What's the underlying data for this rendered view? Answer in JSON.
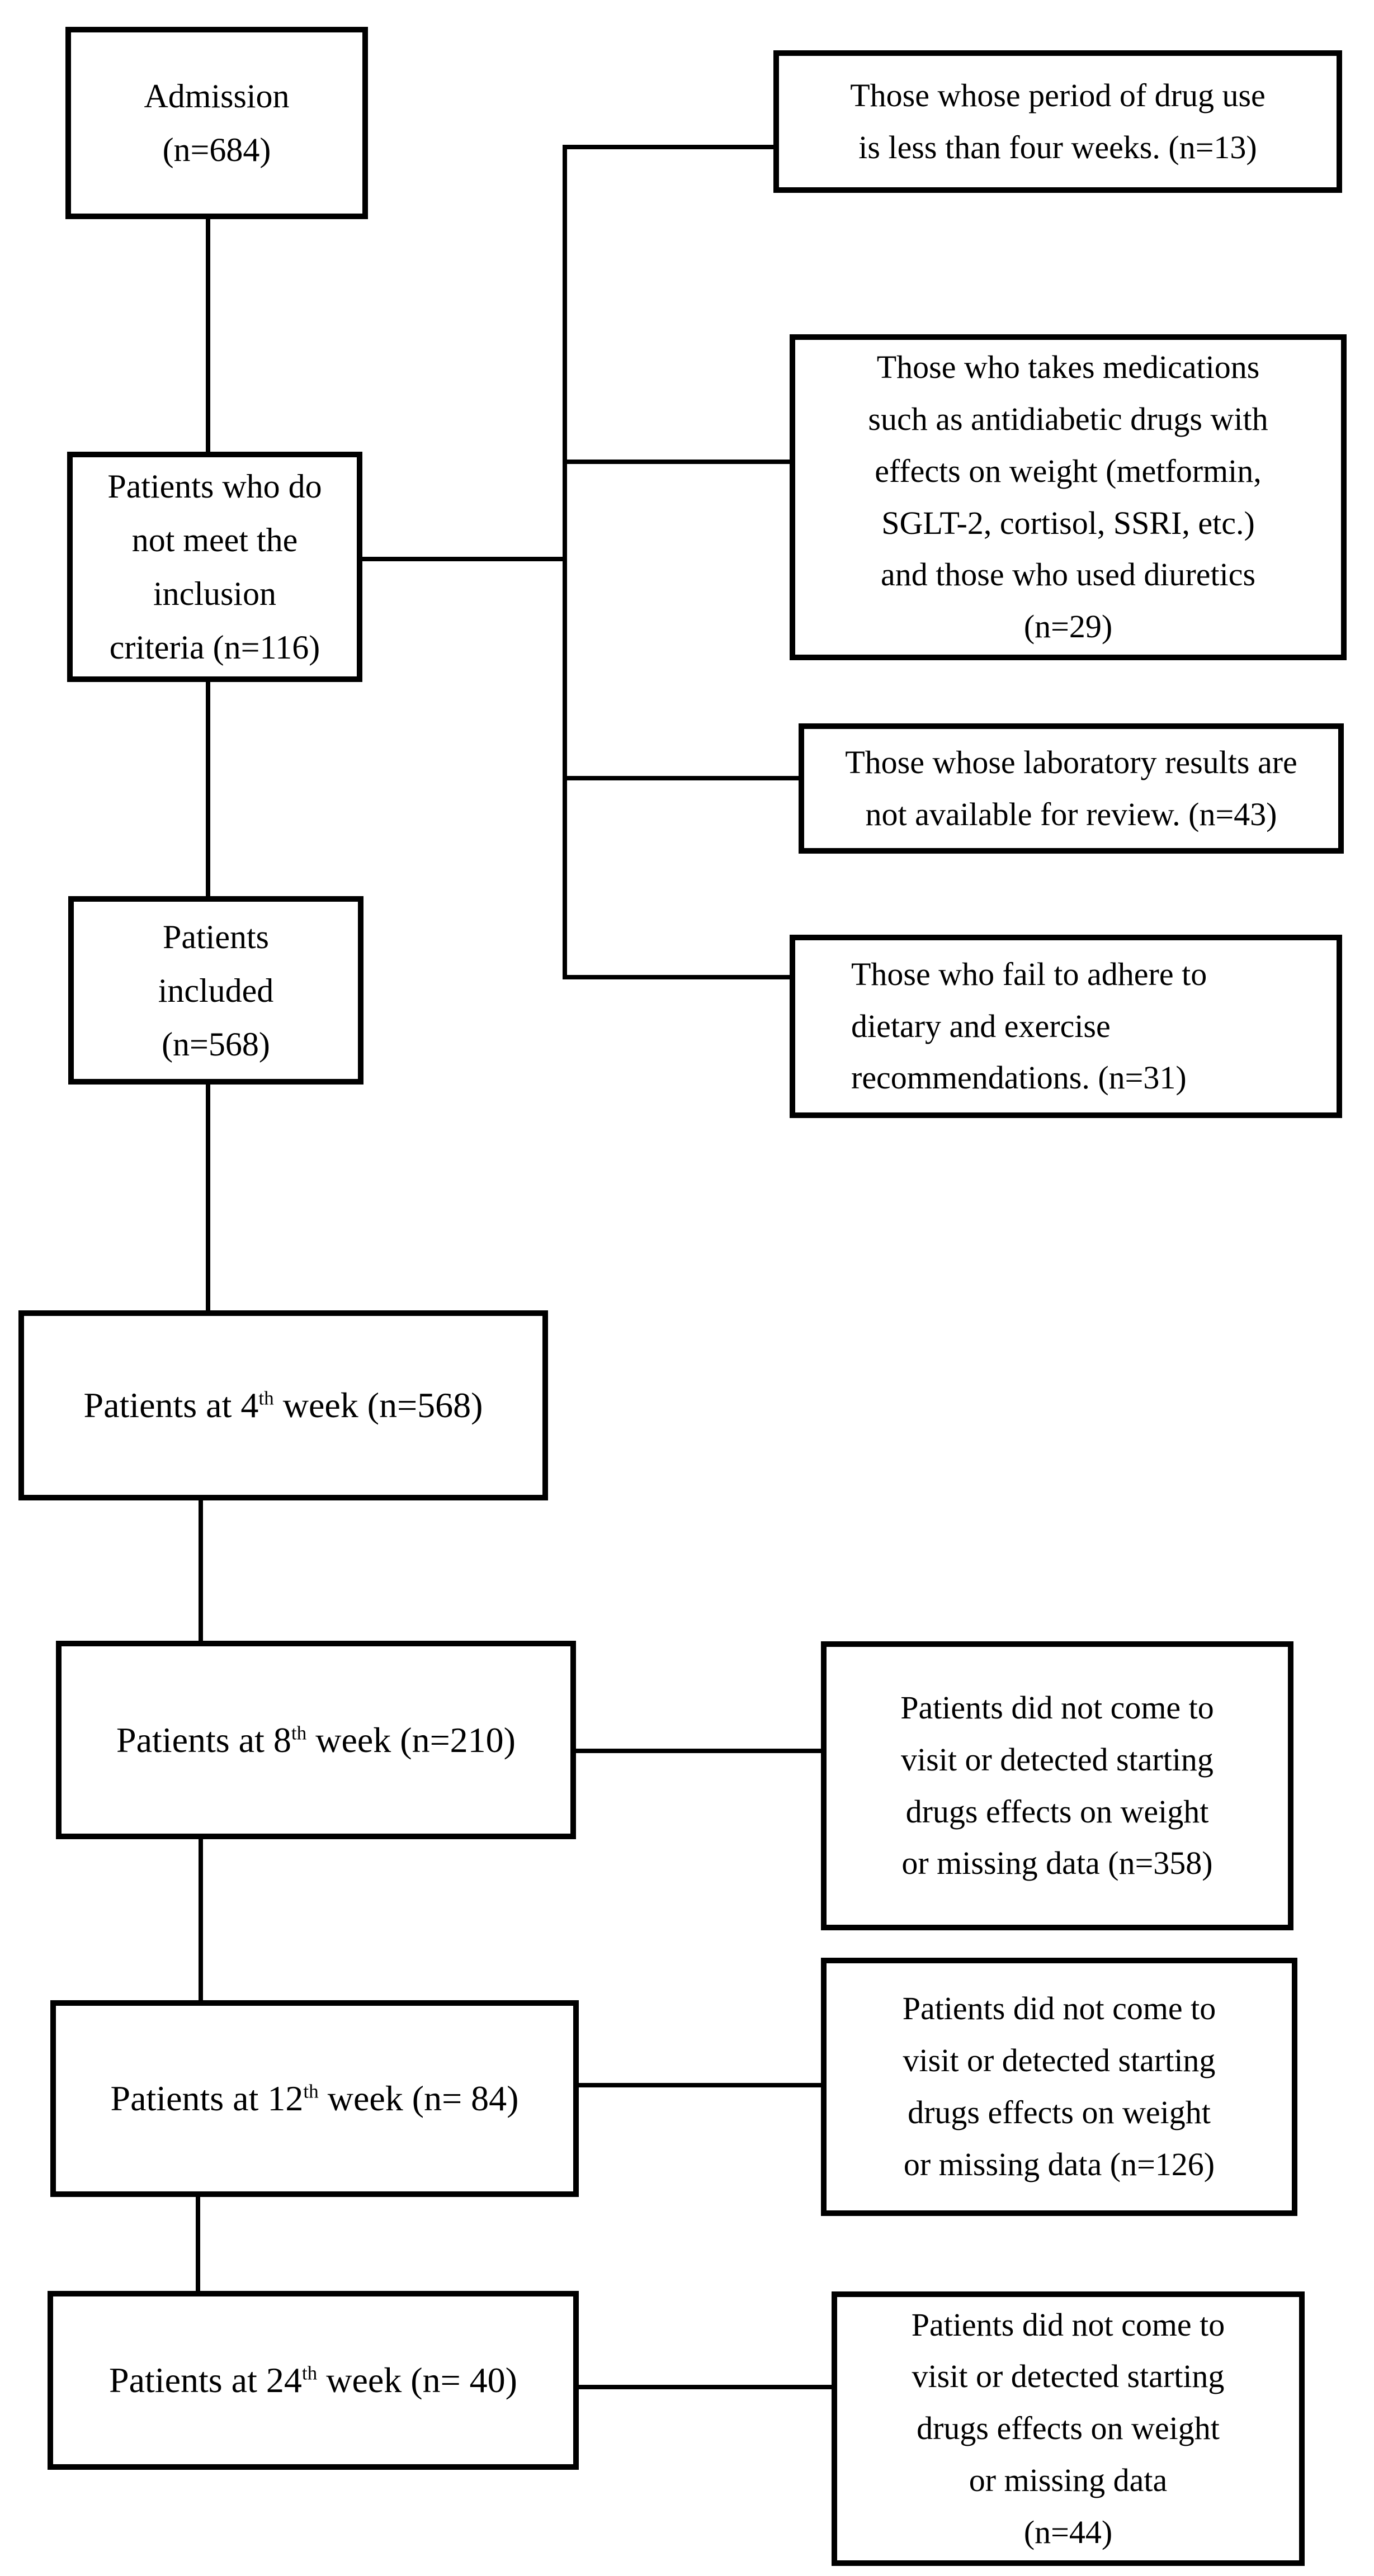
{
  "figure": {
    "type": "patient-flow-diagram",
    "colors": {
      "background": "#ffffff",
      "box_border": "#000000",
      "line": "#000000",
      "text": "#000000"
    }
  },
  "left_column": {
    "admission": {
      "text": "Admission\n(n=684)"
    },
    "not_meeting": {
      "text": "Patients who do\nnot meet the\ninclusion\ncriteria (n=116)"
    },
    "included": {
      "text": "Patients\nincluded\n(n=568)"
    },
    "week4": {
      "prefix": "Patients at 4",
      "sup": "th",
      "suffix": " week (n=568)"
    },
    "week8": {
      "prefix": "Patients at 8",
      "sup": "th",
      "suffix": " week (n=210)"
    },
    "week12": {
      "prefix": "Patients at 12",
      "sup": "th",
      "suffix": " week (n= 84)"
    },
    "week24": {
      "prefix": "Patients at 24",
      "sup": "th",
      "suffix": " week (n= 40)"
    }
  },
  "right_column": {
    "short_drug_use": {
      "text": "Those whose period of drug use\nis less than four weeks.  (n=13)"
    },
    "medications": {
      "text": "Those who takes medications\nsuch as antidiabetic drugs with\neffects on weight (metformin,\nSGLT-2, cortisol, SSRI, etc.)\nand those who used diuretics\n(n=29)"
    },
    "lab_results": {
      "text": "Those whose laboratory results are\nnot available for review. (n=43)"
    },
    "nonadherent": {
      "text": "Those who fail to adhere to\ndietary and exercise\nrecommendations. (n=31)"
    },
    "dropout_week8": {
      "text": "Patients did not come to\nvisit or detected starting\ndrugs effects on weight\nor missing data (n=358)"
    },
    "dropout_week12": {
      "text": "Patients did not come to\nvisit or detected starting\ndrugs effects on weight\nor missing data (n=126)"
    },
    "dropout_week24": {
      "text": "Patients did not come to\nvisit or detected starting\ndrugs effects on weight\nor missing data\n(n=44)"
    }
  }
}
